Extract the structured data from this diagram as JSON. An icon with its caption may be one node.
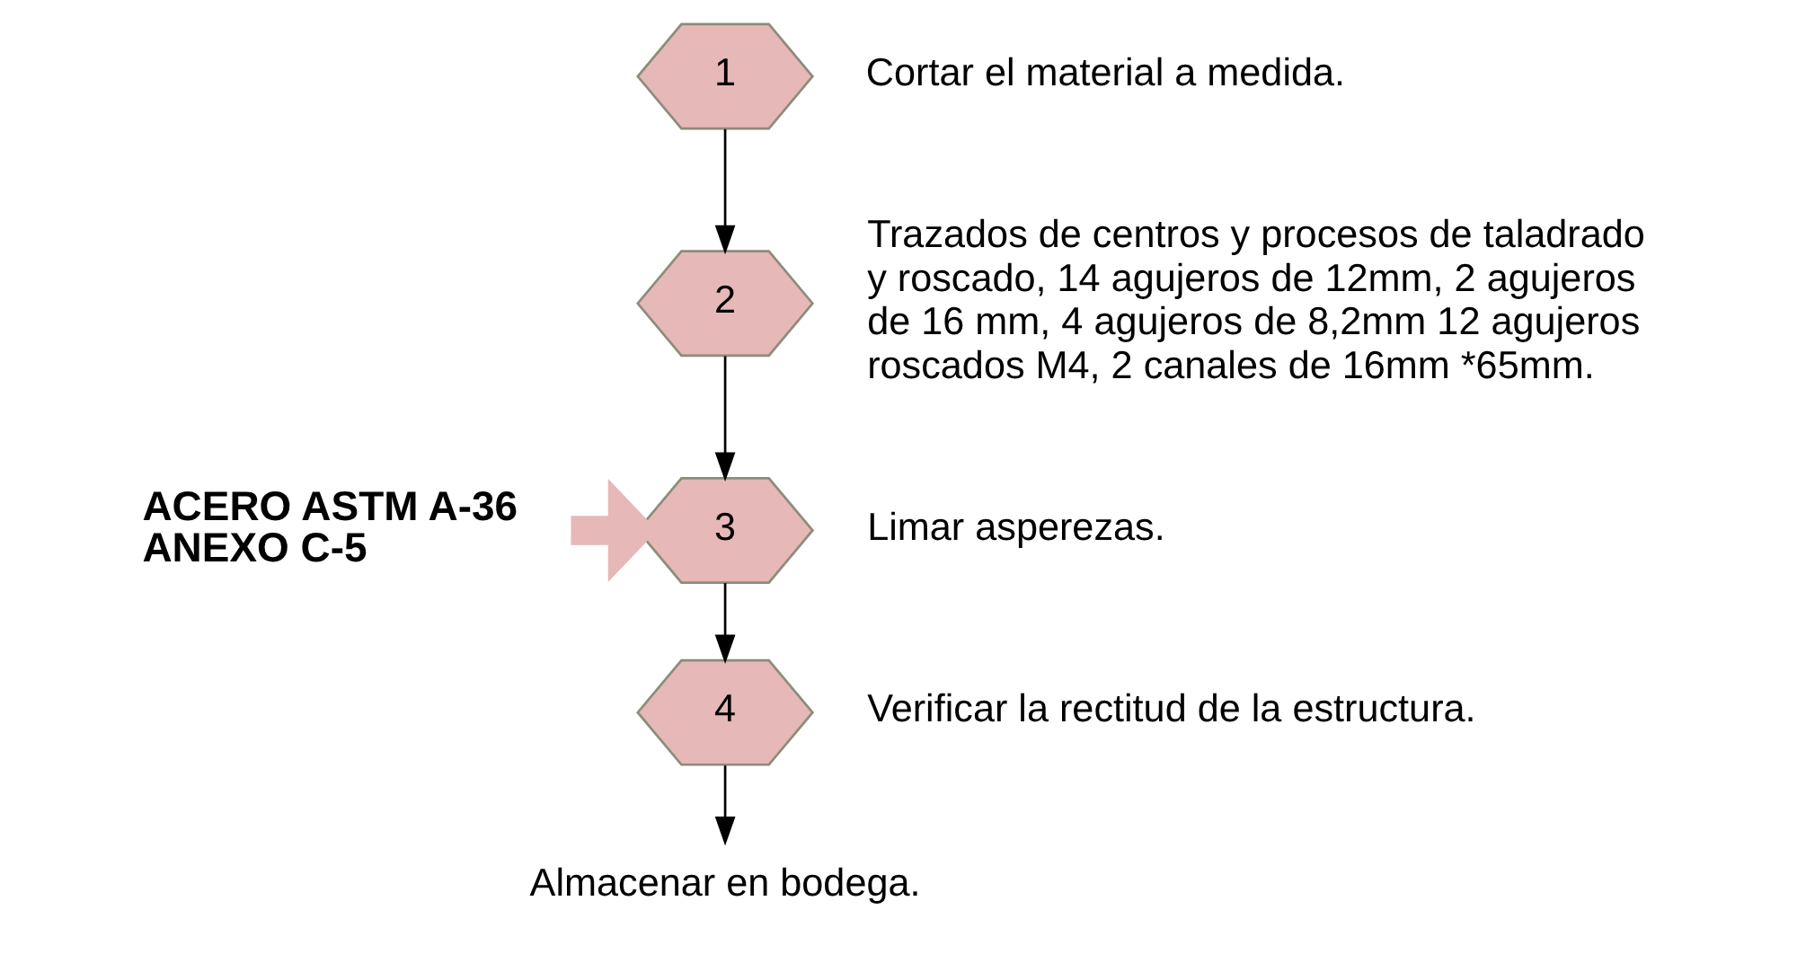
{
  "diagram": {
    "nodes": [
      {
        "text": [
          "1"
        ],
        "beside": [
          "Cortar el material a medida."
        ]
      },
      {
        "text": [
          "2"
        ],
        "beside": [
          "Trazados de centros y procesos de taladrado y roscado, 14 agujeros de 12mm, 2 agujeros de 16 mm, 4 agujeros de 8,2mm 12 agujeros roscados M4, 2 canales de 16mm *65mm."
        ]
      },
      {
        "text": [
          "3"
        ],
        "beside": [
          "Limar asperezas."
        ]
      },
      {
        "text": [
          "4"
        ],
        "beside": [
          "Verificar la rectitud de la estructura."
        ]
      },
      {
        "text": [
          "Almacenar en bodega."
        ]
      }
    ],
    "edges": [
      {
        "from": 0,
        "to": 1,
        "arrow": "to"
      },
      {
        "from": 1,
        "to": 2,
        "arrow": "to"
      },
      {
        "from": 2,
        "to": 3,
        "arrow": "to"
      },
      {
        "from": 3,
        "to": 4,
        "arrow": "to"
      },
      {
        "from": null,
        "to": 2,
        "arrow": "to",
        "style": "thick",
        "color": "#e6b8b7"
      }
    ],
    "labels": [
      "ACERO ASTM A-36 ANEXO C-5"
    ]
  }
}
